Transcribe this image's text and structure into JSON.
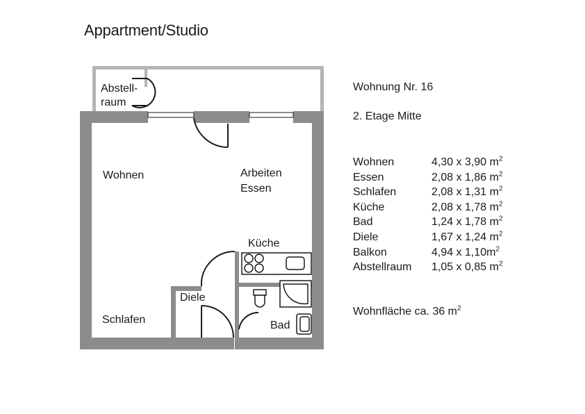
{
  "title": "Appartment/Studio",
  "apartment": {
    "number": "Wohnung Nr. 16",
    "floor": "2. Etage Mitte"
  },
  "rooms": [
    {
      "name": "Wohnen",
      "dims": "4,30 x 3,90 m",
      "unit_sup": "2"
    },
    {
      "name": "Essen",
      "dims": "2,08 x 1,86 m",
      "unit_sup": "2"
    },
    {
      "name": "Schlafen",
      "dims": "2,08 x 1,31 m",
      "unit_sup": "2"
    },
    {
      "name": "Küche",
      "dims": "2,08 x 1,78 m",
      "unit_sup": "2"
    },
    {
      "name": "Bad",
      "dims": "1,24 x 1,78 m",
      "unit_sup": "2"
    },
    {
      "name": "Diele",
      "dims": "1,67 x 1,24 m",
      "unit_sup": "2"
    },
    {
      "name": "Balkon",
      "dims": "4,94 x 1,10m",
      "unit_sup": "2"
    },
    {
      "name": "Abstellraum",
      "dims": "1,05 x 0,85 m",
      "unit_sup": "2"
    }
  ],
  "total_area": {
    "text": "Wohnfläche ca. 36  m",
    "unit_sup": "2"
  },
  "plan_labels": {
    "abstell_1": "Abstell-",
    "abstell_2": "raum",
    "wohnen": "Wohnen",
    "arbeiten": "Arbeiten",
    "essen": "Essen",
    "kueche": "Küche",
    "diele": "Diele",
    "schlafen": "Schlafen",
    "bad": "Bad"
  },
  "colors": {
    "wall": "#8c8c8c",
    "wall_light": "#b4b4b4",
    "line": "#1a1a1a"
  }
}
